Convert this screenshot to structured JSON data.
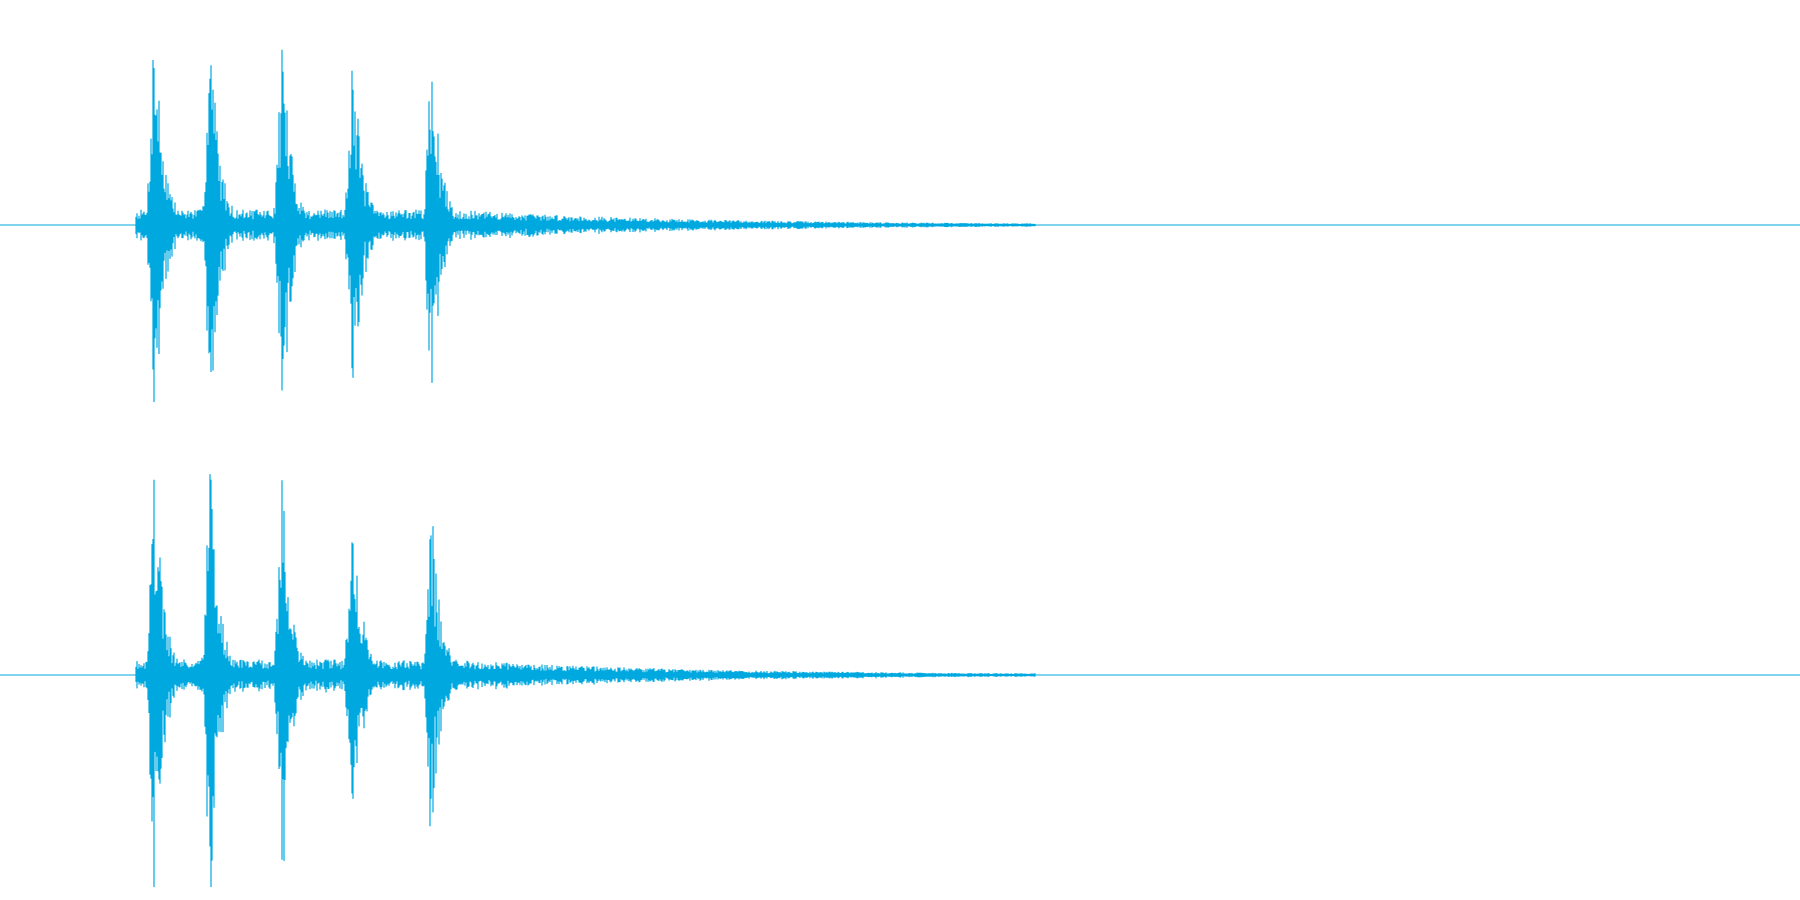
{
  "waveform": {
    "color": "#00a8e0",
    "background": "#ffffff",
    "channels": [
      {
        "id": "left"
      },
      {
        "id": "right"
      }
    ],
    "bursts": [
      {
        "t": 0.086,
        "amp": 1.0
      },
      {
        "t": 0.117,
        "amp": 0.98
      },
      {
        "t": 0.157,
        "amp": 0.92
      },
      {
        "t": 0.196,
        "amp": 0.88
      },
      {
        "t": 0.24,
        "amp": 0.84
      }
    ],
    "onset": 0.076,
    "tail_end": 0.575
  }
}
